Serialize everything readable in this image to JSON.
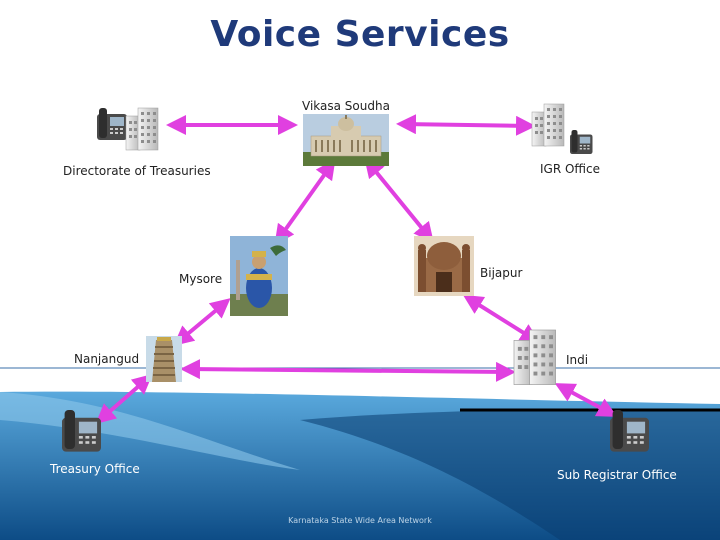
{
  "title": "Voice Services",
  "colors": {
    "title": "#1f3a7a",
    "link": "#e040e0",
    "band_top": "#3a8fc8",
    "band_bottom": "#0f4f8a"
  },
  "nodes": {
    "vikasa_soudha": "Vikasa Soudha",
    "directorate": "Directorate of Treasuries",
    "igr_office": "IGR Office",
    "mysore": "Mysore",
    "bijapur": "Bijapur",
    "nanjangud": "Nanjangud",
    "indi": "Indi",
    "treasury_office": "Treasury Office",
    "sub_registrar": "Sub Registrar Office"
  },
  "icons": {
    "ip_phone": "ip-phone-icon",
    "office_building": "office-building-icon",
    "vidhana_soudha": "vidhana-soudha-image",
    "deity_statue": "deity-statue-image",
    "gol_gumbaz": "gol-gumbaz-image",
    "temple_gopura": "temple-gopura-image"
  },
  "footer": "Karnataka State Wide Area Network"
}
